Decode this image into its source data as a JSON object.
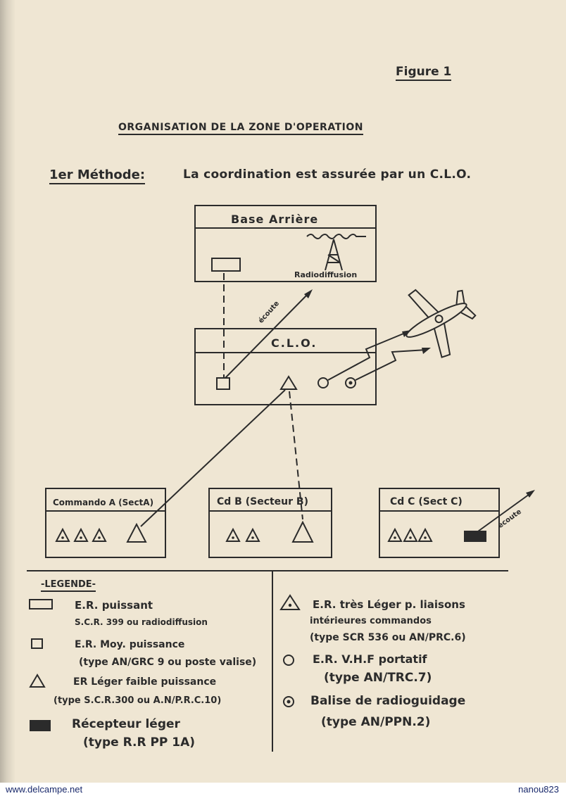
{
  "figure_label": "Figure 1",
  "title": "ORGANISATION DE LA ZONE D'OPERATION",
  "method": {
    "label": "1er Méthode:",
    "text": "La coordination est assurée par un C.L.O."
  },
  "diagram": {
    "base_arriere": {
      "title": "Base Arrière",
      "radio_label": "Radiodiffusion"
    },
    "clo": {
      "title": "C.L.O."
    },
    "ecoute_labels": [
      "écoute",
      "écoute"
    ],
    "commando_a": {
      "title": "Commando A (SectA)"
    },
    "commando_b": {
      "title": "Cd B (Secteur B)"
    },
    "commando_c": {
      "title": "Cd C (Sect C)"
    }
  },
  "legend": {
    "title": "-LEGENDE-",
    "left_items": [
      {
        "icon": "large-rectangle-icon",
        "line1": "E.R. puissant",
        "line2": "S.C.R. 399 ou radiodiffusion"
      },
      {
        "icon": "small-square-icon",
        "line1": "E.R. Moy. puissance",
        "line2": "(type AN/GRC 9 ou poste valise)"
      },
      {
        "icon": "triangle-icon",
        "line1": "ER Léger faible puissance",
        "line2": "(type S.C.R.300 ou A.N/P.R.C.10)"
      },
      {
        "icon": "filled-rectangle-icon",
        "line1": "Récepteur léger",
        "line2": "(type R.R PP 1A)"
      }
    ],
    "right_items": [
      {
        "icon": "triangle-dot-icon",
        "line1": "E.R. très Léger p. liaisons",
        "line2": "intérieures commandos",
        "line3": "(type SCR 536 ou AN/PRC.6)"
      },
      {
        "icon": "circle-icon",
        "line1": "E.R. V.H.F portatif",
        "line2": "(type AN/TRC.7)"
      },
      {
        "icon": "circle-dot-icon",
        "line1": "Balise de radioguidage",
        "line2": "(type AN/PPN.2)"
      }
    ]
  },
  "footer": {
    "left": "www.delcampe.net",
    "right": "nanou823"
  },
  "colors": {
    "paper": "#efe6d3",
    "ink": "#2b2b2b",
    "footer_text": "#1a2a6c"
  }
}
